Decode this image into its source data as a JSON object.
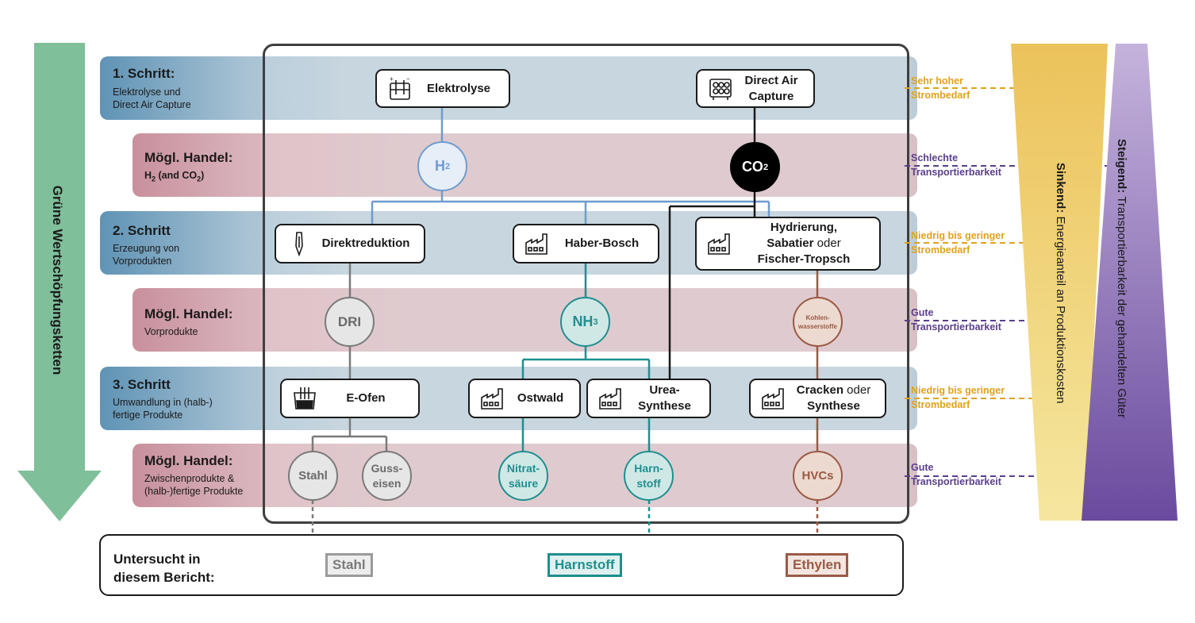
{
  "left_arrow": {
    "label": "Grüne Wertschöpfungsketten",
    "color": "#7fbf9a"
  },
  "bands": {
    "step1": {
      "title": "1. Schritt:",
      "sub1": "Elektrolyse und",
      "sub2": "Direct Air Capture"
    },
    "trade1": {
      "title": "Mögl. Handel:",
      "sub1": "H",
      "sub1_s": "2",
      "sub1_b": " (and CO",
      "sub1_s2": "2",
      "sub1_c": ")"
    },
    "step2": {
      "title": "2. Schritt",
      "sub1": "Erzeugung von",
      "sub2": "Vorprodukten"
    },
    "trade2": {
      "title": "Mögl. Handel:",
      "sub1": "Vorprodukte"
    },
    "step3": {
      "title": "3. Schritt",
      "sub1": "Umwandlung in (halb-)",
      "sub2": "fertige Produkte"
    },
    "trade3": {
      "title": "Mögl. Handel:",
      "sub1": "Zwischenprodukte &",
      "sub2": "(halb-)fertige Produkte"
    }
  },
  "processes": {
    "elektrolyse": {
      "label": "Elektrolyse",
      "icon": "electrolysis-icon"
    },
    "dac": {
      "line1": "Direct Air",
      "line2": "Capture",
      "icon": "air-capture-icon"
    },
    "direktreduktion": {
      "label": "Direktreduktion",
      "icon": "shaft-furnace-icon"
    },
    "haber_bosch": {
      "label": "Haber-Bosch",
      "icon": "factory-icon"
    },
    "hydrierung": {
      "line1": "Hydrierung,",
      "line2a": "Sabatier",
      "line2b": " oder",
      "line3": "Fischer-Tropsch",
      "icon": "factory-icon"
    },
    "e_ofen": {
      "label": "E-Ofen",
      "icon": "furnace-icon"
    },
    "ostwald": {
      "label": "Ostwald",
      "icon": "factory-icon"
    },
    "urea": {
      "line1": "Urea-",
      "line2": "Synthese",
      "icon": "factory-icon"
    },
    "cracken": {
      "line1a": "Cracken",
      "line1b": " oder",
      "line2": "Synthese",
      "icon": "factory-icon"
    }
  },
  "nodes": {
    "h2": {
      "main": "H",
      "sub": "2"
    },
    "co2": {
      "main": "CO",
      "sub": "2"
    },
    "dri": {
      "label": "DRI"
    },
    "nh3": {
      "main": "NH",
      "sub": "3"
    },
    "kohlen": {
      "line1": "Kohlen-",
      "line2": "wasserstoffe"
    },
    "stahl": {
      "label": "Stahl"
    },
    "guss": {
      "line1": "Guss-",
      "line2": "eisen"
    },
    "nitrat": {
      "line1": "Nitrat-",
      "line2": "säure"
    },
    "harnstoff": {
      "line1": "Harn-",
      "line2": "stoff"
    },
    "hvcs": {
      "label": "HVCs"
    }
  },
  "notes": {
    "n1": {
      "line1": "Sehr hoher",
      "line2": "Strombedarf"
    },
    "n2": {
      "line1": "Schlechte",
      "line2": "Transportierbarkeit"
    },
    "n3": {
      "line1": "Niedrig bis geringer",
      "line2": "Strombedarf"
    },
    "n4": {
      "line1": "Gute",
      "line2": "Transportierbarkeit"
    },
    "n5": {
      "line1": "Niedrig bis geringer",
      "line2": "Strombedarf"
    },
    "n6": {
      "line1": "Gute",
      "line2": "Transportierbarkeit"
    }
  },
  "wedges": {
    "yellow": {
      "bold": "Sinkend:",
      "rest": " Energieanteil an Produktionskosten",
      "color": "#ecc96a"
    },
    "purple": {
      "bold": "Steigend:",
      "rest": " Transportierbarkeit der gehandelten Güter",
      "color": "#7a5fa8"
    }
  },
  "bottom": {
    "line1": "Untersucht in",
    "line2": "diesem Bericht:",
    "stahl": "Stahl",
    "harnstoff": "Harnstoff",
    "ethylen": "Ethylen"
  },
  "colors": {
    "blue_line": "#6f9ccf",
    "gray": "#7a7a7a",
    "teal": "#1f8f8f",
    "brown": "#9a5a45",
    "orange": "#e0a21a",
    "purple": "#5a3f8c"
  }
}
